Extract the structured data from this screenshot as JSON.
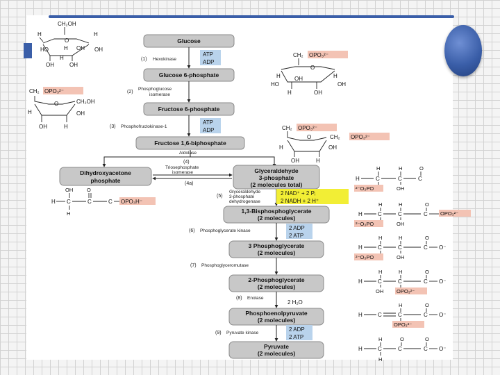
{
  "pathway": {
    "steps": [
      {
        "substrate": "Glucose",
        "num": "(1)",
        "enzyme": "Hexokinase",
        "cofactors": [
          "ATP",
          "ADP"
        ]
      },
      {
        "substrate": "Glucose 6-phosphate",
        "num": "(2)",
        "enzyme": [
          "Phosphoglucose",
          "isomerase"
        ]
      },
      {
        "substrate": "Fructose 6-phosphate",
        "num": "(3)",
        "enzyme": "Phosphofructokinase-1",
        "cofactors": [
          "ATP",
          "ADP"
        ]
      },
      {
        "substrate": "Fructose 1,6-biphosphate",
        "num": "(4)",
        "enzyme": "Aldolase"
      }
    ],
    "dhap": [
      "Dihydroxyacetone",
      "phosphate"
    ],
    "g3p": [
      "Glyceraldehyde",
      "3-phosphate",
      "(2 molecules total)"
    ],
    "isomerase": {
      "num": "(4a)",
      "enzyme": [
        "Triosephosphate",
        "isomerase"
      ]
    },
    "step5": {
      "num": "(5)",
      "enzyme": [
        "Glyceraldehyde",
        "3-phosphate",
        "dehydrogenase"
      ],
      "cofactors": [
        "2 NAD⁺ + 2 Pᵢ",
        "2 NADH + 2 H⁺"
      ]
    },
    "lower": [
      {
        "name": [
          "1,3-Bisphosphoglycerate",
          "(2 molecules)"
        ]
      },
      {
        "num": "(6)",
        "enzyme": "Phosphoglycerate kinase",
        "cofactors": [
          "2 ADP",
          "2 ATP"
        ],
        "name": [
          "3 Phosphoglycerate",
          "(2 molecules)"
        ]
      },
      {
        "num": "(7)",
        "enzyme": "Phosphoglyceromutase",
        "name": [
          "2-Phosphoglycerate",
          "(2 molecules)"
        ]
      },
      {
        "num": "(8)",
        "enzyme": "Enolase",
        "cofactors": [
          "2 H₂O"
        ],
        "name": [
          "Phosphoenolpyruvate",
          "(2 molecules)"
        ]
      },
      {
        "num": "(9)",
        "enzyme": "Pyruvate kinase",
        "cofactors": [
          "2 ADP",
          "2 ATP"
        ],
        "name": [
          "Pyruvate",
          "(2 molecules)"
        ]
      }
    ]
  },
  "structures": {
    "glucose": {
      "ch2oh": "CH₂OH",
      "h": "H",
      "oh": "OH",
      "ho": "HO"
    },
    "phosphate": "OPO₃²⁻",
    "phosphate_h": "OPO₃H⁻",
    "o3po": "²⁻O₃PO",
    "ch2": "CH₂",
    "c": "C",
    "o": "O",
    "o_minus": "O⁻"
  },
  "colors": {
    "accent": "#3a5ea8",
    "phosphate_highlight": "#f3c3b4",
    "cofactor_highlight": "#b9d3ec",
    "nad_highlight": "#f2ee35",
    "box_fill": "#c8c8c8"
  }
}
